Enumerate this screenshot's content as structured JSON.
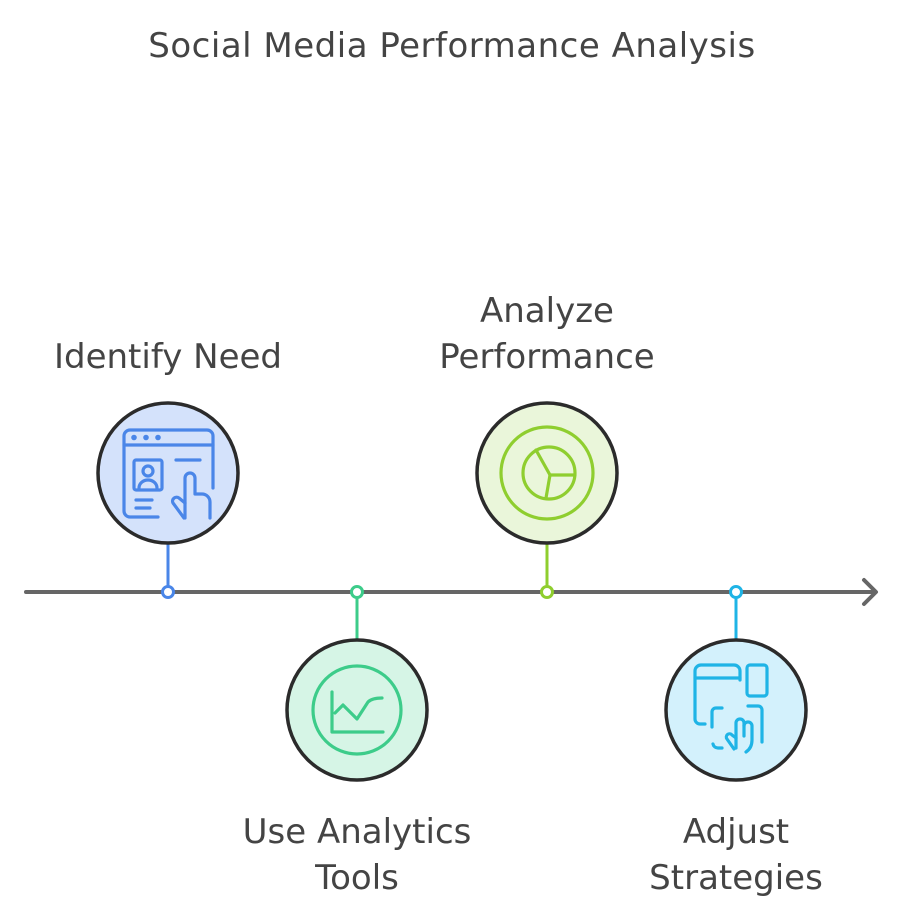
{
  "title": "Social Media Performance Analysis",
  "timeline": {
    "line_color": "#666666",
    "steps": [
      {
        "label_lines": [
          "Identify Need"
        ],
        "position": "above",
        "icon": "web-profile-touch-icon",
        "accent": "#4a86e8",
        "fill": "#d4e2fb"
      },
      {
        "label_lines": [
          "Use Analytics",
          "Tools"
        ],
        "position": "below",
        "icon": "line-chart-icon",
        "accent": "#3dcc8a",
        "fill": "#d6f5e6"
      },
      {
        "label_lines": [
          "Analyze",
          "Performance"
        ],
        "position": "above",
        "icon": "pie-chart-icon",
        "accent": "#8fce2f",
        "fill": "#eaf6da"
      },
      {
        "label_lines": [
          "Adjust",
          "Strategies"
        ],
        "position": "below",
        "icon": "multi-device-touch-icon",
        "accent": "#1fb4e6",
        "fill": "#d3f1fc"
      }
    ]
  }
}
